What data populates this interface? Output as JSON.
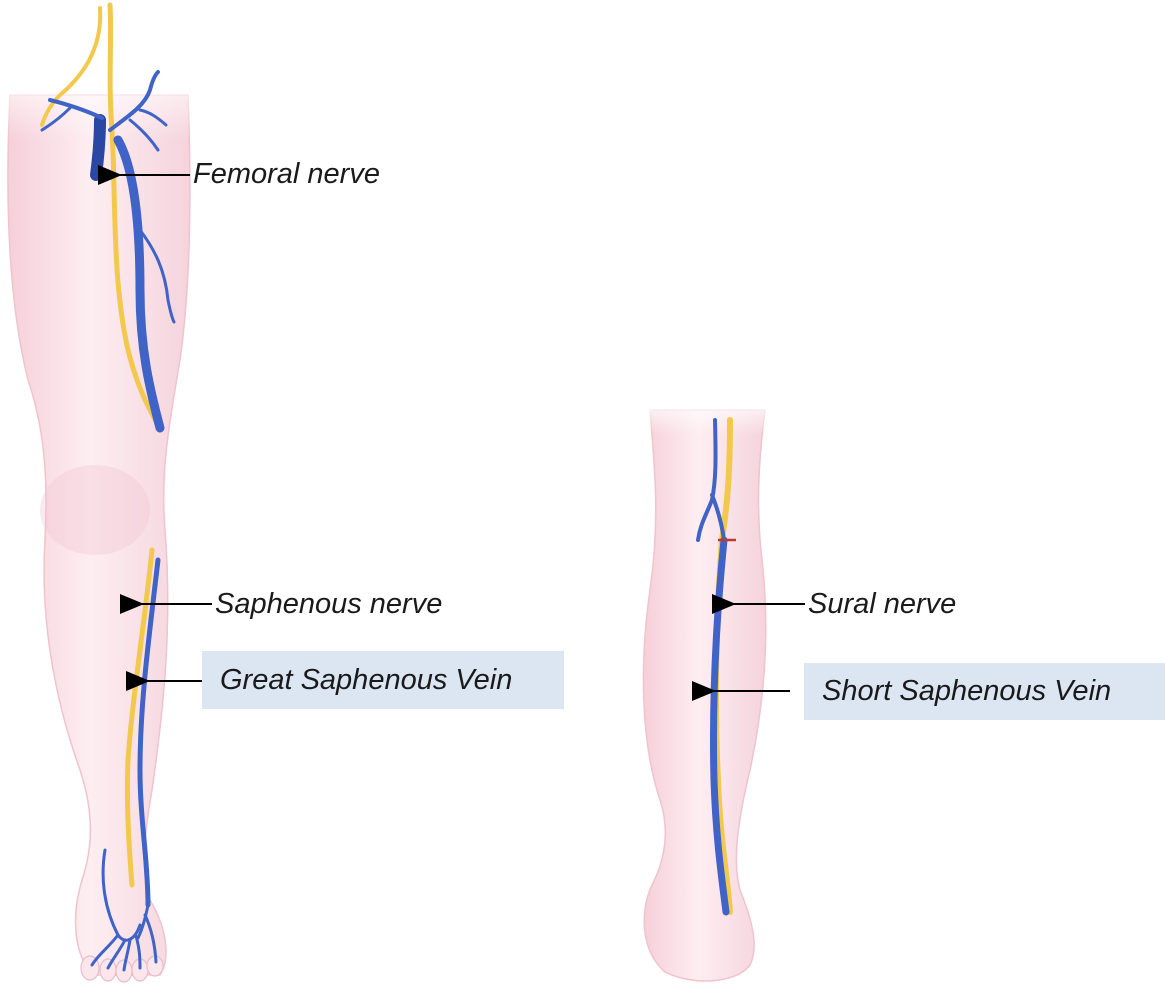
{
  "labels": {
    "femoral_nerve": "Femoral nerve",
    "saphenous_nerve": "Saphenous nerve",
    "great_saphenous_vein": "Great Saphenous Vein",
    "sural_nerve": "Sural nerve",
    "short_saphenous_vein": "Short Saphenous Vein"
  },
  "colors": {
    "skin": "#fbe3ea",
    "skin_edge": "#f3c9d5",
    "vein": "#3f63c7",
    "vein_dark": "#2a48a3",
    "nerve": "#f2c94c",
    "label_box": "#dbe6f2",
    "arrow": "#000000"
  }
}
